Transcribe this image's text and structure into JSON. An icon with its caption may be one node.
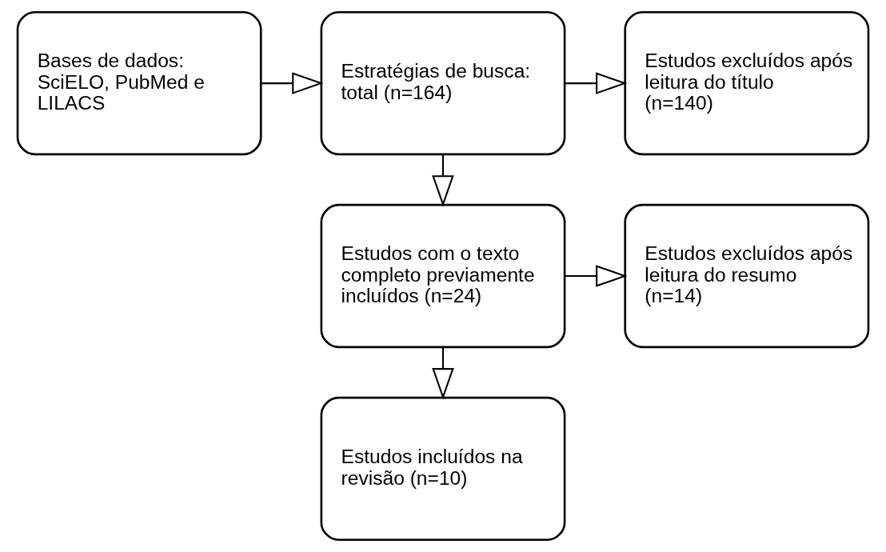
{
  "diagram": {
    "nodes": [
      {
        "text": [
          "Bases de dados: SciELO, PubMed e LILACS"
        ]
      },
      {
        "text": [
          "Estratégias de busca: total (n=164)"
        ]
      },
      {
        "text": [
          "Estudos excluídos após leitura do título (n=140)"
        ]
      },
      {
        "text": [
          "Estudos com o texto completo previamente incluídos (n=24)"
        ]
      },
      {
        "text": [
          "Estudos excluídos após leitura do resumo (n=14)"
        ]
      },
      {
        "text": [
          "Estudos incluídos na revisão (n=10)"
        ]
      }
    ],
    "edges": [
      {
        "from": 0,
        "to": 1,
        "arrow": "to"
      },
      {
        "from": 1,
        "to": 2,
        "arrow": "to"
      },
      {
        "from": 1,
        "to": 3,
        "arrow": "to"
      },
      {
        "from": 3,
        "to": 4,
        "arrow": "to"
      },
      {
        "from": 3,
        "to": 5,
        "arrow": "to"
      }
    ]
  }
}
